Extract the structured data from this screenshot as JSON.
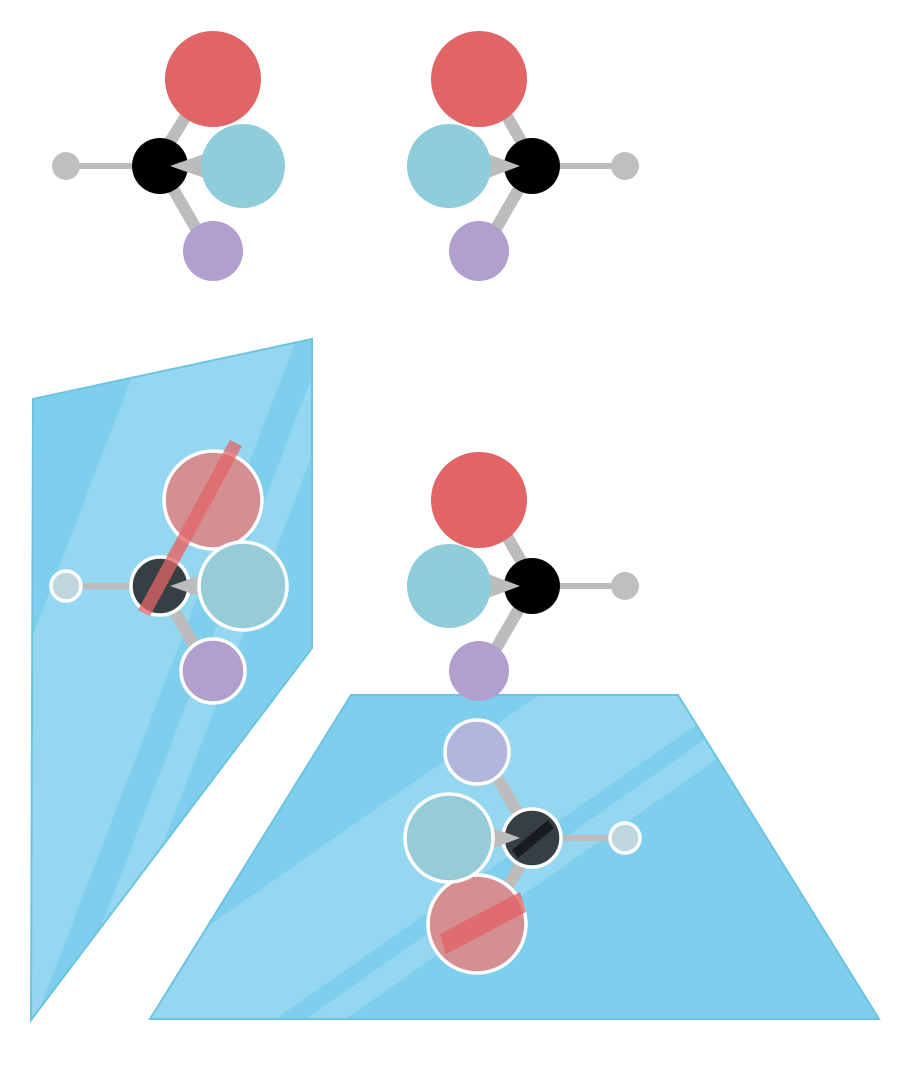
{
  "figure": {
    "description_labels": [],
    "colors": {
      "carbon": "#000000",
      "red_group": "#e16466",
      "cyan_group": "#8ecdd9",
      "purple_group": "#b1a0cd",
      "hydrogen": "#bfbfbf",
      "bond": "#bcbcbc",
      "mirror_fill": "#7ecfee",
      "mirror_stripe": "#a7ddf3",
      "mirror_edge": "#6cc4df",
      "reflection_white": "#ffffff"
    },
    "molecules": [
      {
        "role": "enantiomer-left",
        "reflected": false
      },
      {
        "role": "enantiomer-right",
        "reflected": false
      },
      {
        "role": "image-in-vertical-mirror",
        "reflected": true
      },
      {
        "role": "object-above-horizontal-mirror",
        "reflected": false
      },
      {
        "role": "image-in-horizontal-mirror",
        "reflected": true
      }
    ],
    "mirrors": [
      {
        "role": "vertical-mirror"
      },
      {
        "role": "horizontal-mirror"
      }
    ]
  }
}
